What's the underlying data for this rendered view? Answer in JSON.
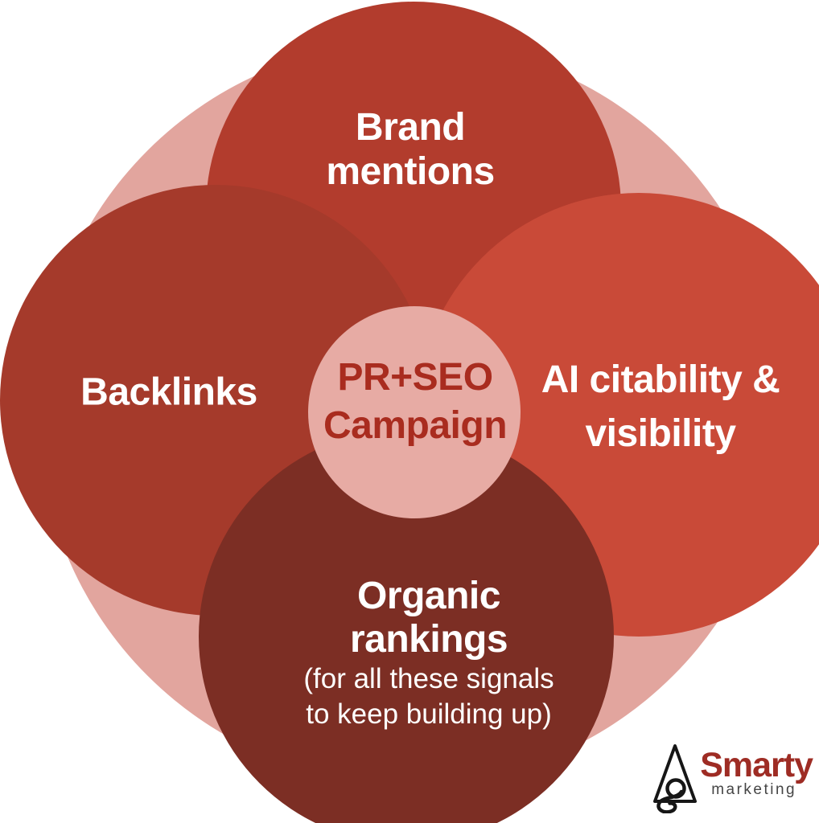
{
  "circles": {
    "background": {
      "color": "#e2a59e"
    },
    "top": {
      "lines": [
        "Brand",
        "mentions"
      ],
      "color": "#b23c2d",
      "text_color": "#ffffff"
    },
    "left": {
      "label": "Backlinks",
      "color": "#a53a2b",
      "text_color": "#ffffff"
    },
    "right": {
      "lines": [
        "AI citability &",
        "visibility"
      ],
      "color": "#c94a38",
      "text_color": "#ffffff"
    },
    "bottom": {
      "lines": [
        "Organic",
        "rankings"
      ],
      "caption_lines": [
        "(for all these signals",
        "to keep building up)"
      ],
      "color": "#7c2e24",
      "text_color": "#ffffff"
    },
    "center": {
      "lines": [
        "PR+SEO",
        "Campaign"
      ],
      "color": "#e7aba4",
      "text_color": "#a92c1f"
    }
  },
  "logo": {
    "brand": "Smarty",
    "subtitle": "marketing",
    "brand_color": "#9e2c24",
    "subtitle_color": "#454545",
    "mark_color": "#161616"
  }
}
